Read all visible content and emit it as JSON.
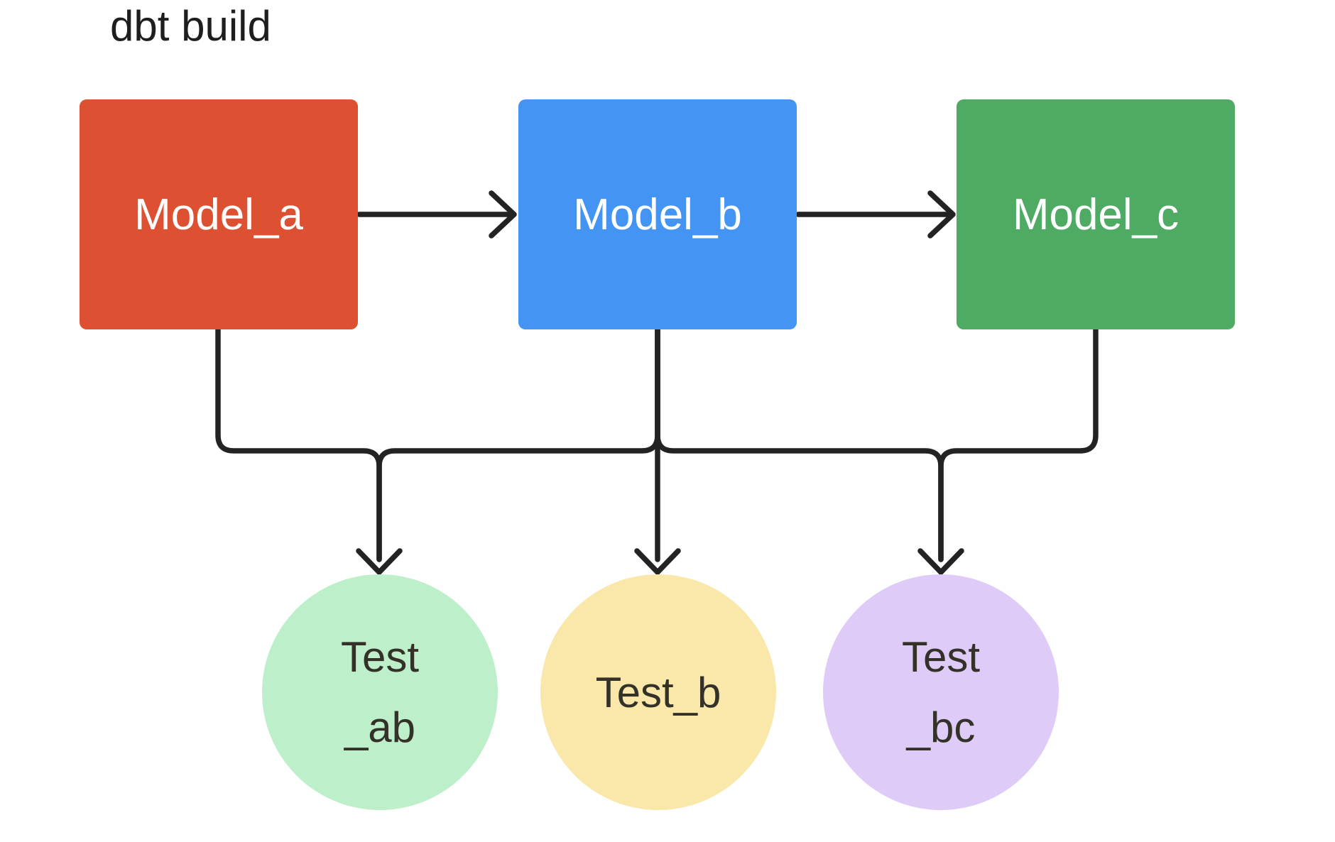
{
  "title": {
    "text": "dbt build",
    "color": "#1E1E1E"
  },
  "diagram": {
    "line_color": "#232323",
    "models": [
      {
        "id": "model_a",
        "label": "Model_a",
        "color": "#DD5132",
        "text_color": "#FFFFFF"
      },
      {
        "id": "model_b",
        "label": "Model_b",
        "color": "#4495F3",
        "text_color": "#FFFFFF"
      },
      {
        "id": "model_c",
        "label": "Model_c",
        "color": "#4FAA64",
        "text_color": "#FFFFFF"
      }
    ],
    "tests": [
      {
        "id": "test_ab",
        "label_lines": [
          "Test",
          "_ab"
        ],
        "color": "#BDF0CA",
        "text_color": "#343128"
      },
      {
        "id": "test_b",
        "label_lines": [
          "Test_b"
        ],
        "color": "#F9E8A9",
        "text_color": "#343128"
      },
      {
        "id": "test_bc",
        "label_lines": [
          "Test",
          "_bc"
        ],
        "color": "#DECBF7",
        "text_color": "#343128"
      }
    ],
    "edges": [
      {
        "from": "model_a",
        "to": "model_b"
      },
      {
        "from": "model_b",
        "to": "model_c"
      },
      {
        "from": "model_a",
        "to": "test_ab"
      },
      {
        "from": "model_b",
        "to": "test_ab"
      },
      {
        "from": "model_b",
        "to": "test_b"
      },
      {
        "from": "model_b",
        "to": "test_bc"
      },
      {
        "from": "model_c",
        "to": "test_bc"
      }
    ]
  }
}
